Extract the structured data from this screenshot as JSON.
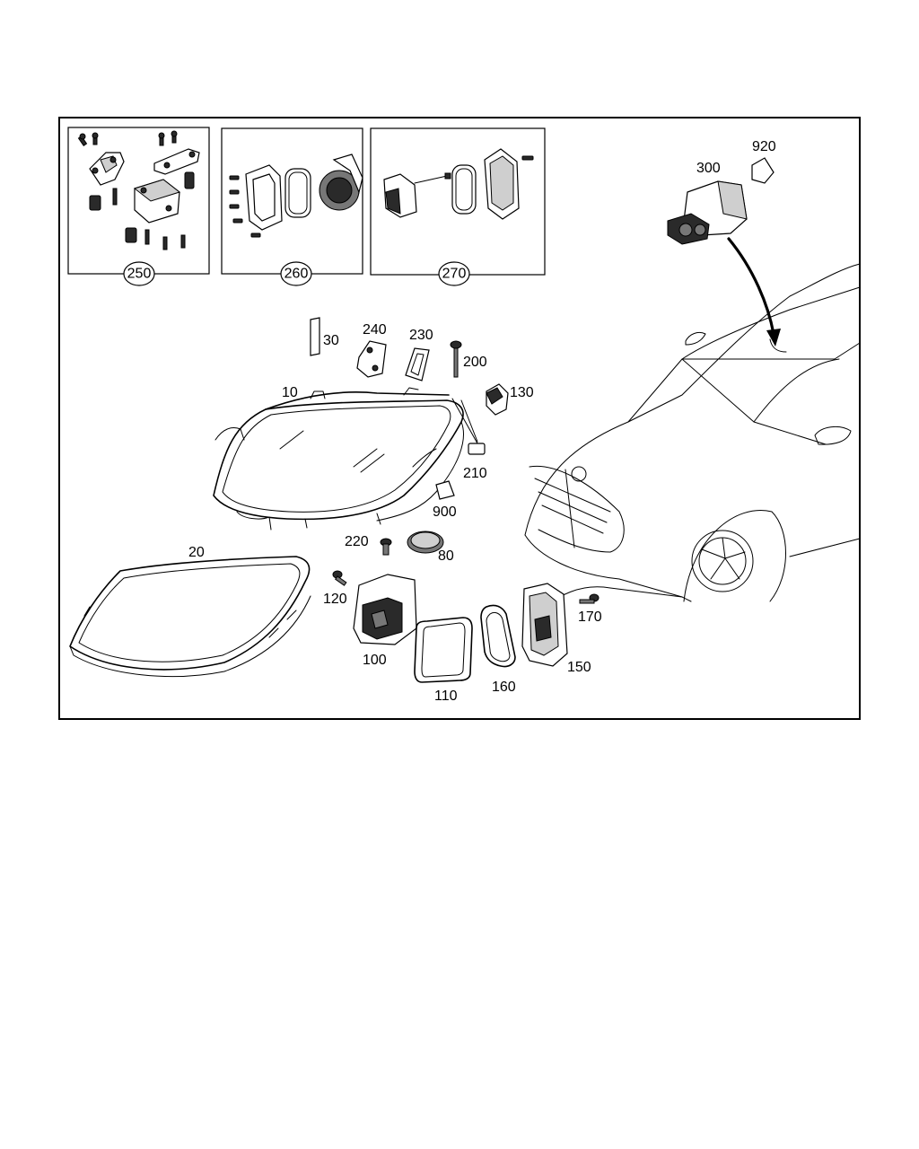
{
  "callouts": {
    "c10": "10",
    "c20": "20",
    "c30": "30",
    "c80": "80",
    "c100": "100",
    "c110": "110",
    "c120": "120",
    "c130": "130",
    "c150": "150",
    "c160": "160",
    "c170": "170",
    "c200": "200",
    "c210": "210",
    "c220": "220",
    "c230": "230",
    "c240": "240",
    "c300": "300",
    "c900": "900",
    "c920": "920"
  },
  "kits": {
    "k250": "250",
    "k260": "260",
    "k270": "270"
  }
}
